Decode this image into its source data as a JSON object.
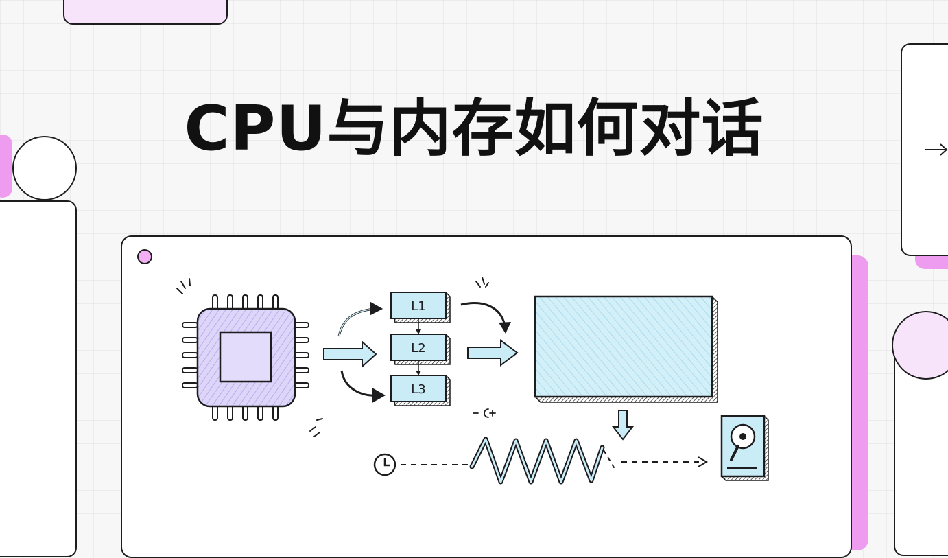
{
  "title": "CPU与内存如何对话",
  "diagram": {
    "cache_levels": [
      "L1",
      "L2",
      "L3"
    ],
    "next_arrow": "→"
  },
  "colors": {
    "accent_pink": "#ee9cf0",
    "cpu_fill": "#d9d3f7",
    "memory_fill": "#c9ecf7",
    "outline": "#1d1d1f"
  },
  "icons": [
    "cpu-chip-icon",
    "cache-stack-icon",
    "memory-module-icon",
    "clock-icon",
    "signal-wave-icon",
    "hard-disk-icon",
    "arrow-right-icon"
  ]
}
